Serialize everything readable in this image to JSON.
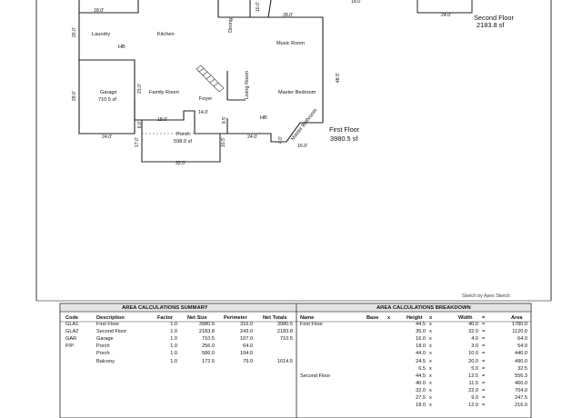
{
  "plan": {
    "rooms": {
      "laundry": "Laundry",
      "kitchen": "Kitchen",
      "hb1": "HB",
      "dining": "Dining",
      "music_room": "Music Room",
      "garage": "Garage",
      "garage_sf": "710.5 sf",
      "family_room": "Family Room",
      "foyer": "Foyer",
      "living_room": "Living Room",
      "master_bedroom": "Master Bedroom",
      "hb2": "HB",
      "porch": "Porch",
      "porch_sf": "598.0 sf",
      "master_bathroom": "Master Bathroom"
    },
    "dims": {
      "d18_top": "18.0'",
      "d20_left": "20.0'",
      "d28": "28.0'",
      "d10_top": "10.0'",
      "d29": "29.0'",
      "d23": "23.0'",
      "d14": "14.0'",
      "d6": "6.0'",
      "d18_mid": "18.0'",
      "d9_5": "9.5'",
      "d24_left": "24.0'",
      "d17": "17.0'",
      "d10_5": "10.5'",
      "d24_mid": "24.0'",
      "d4": "4.0'",
      "d16": "16.0'",
      "d48_5": "48.5'",
      "d32": "32.0'",
      "d18_topright": "18.0'",
      "d24_topright": "24.0'"
    },
    "first_floor": {
      "name": "First Floor",
      "area": "3980.5 sf"
    },
    "second_floor": {
      "name": "Second Floor",
      "area": "2183.8 sf"
    },
    "sketch_credit": "Sketch by Apex Sketch"
  },
  "summary": {
    "title": "AREA CALCULATIONS SUMMARY",
    "headers": {
      "code": "Code",
      "description": "Description",
      "factor": "Factor",
      "net_size": "Net Size",
      "perimeter": "Perimeter",
      "net_totals": "Net Totals"
    },
    "rows": [
      {
        "code": "GLA1",
        "description": "First Floor",
        "factor": "1.0",
        "net_size": "3980.5",
        "perimeter": "316.0",
        "net_totals": "3980.5"
      },
      {
        "code": "GLA2",
        "description": "Second Floor",
        "factor": "1.0",
        "net_size": "2183.8",
        "perimeter": "243.0",
        "net_totals": "2183.8"
      },
      {
        "code": "GAR",
        "description": "Garage",
        "factor": "1.0",
        "net_size": "710.5",
        "perimeter": "107.0",
        "net_totals": "710.5"
      },
      {
        "code": "P/P",
        "description": "Porch",
        "factor": "1.0",
        "net_size": "256.0",
        "perimeter": "64.0",
        "net_totals": ""
      },
      {
        "code": "",
        "description": "Porch",
        "factor": "1.0",
        "net_size": "586.0",
        "perimeter": "104.0",
        "net_totals": ""
      },
      {
        "code": "",
        "description": "Balcony",
        "factor": "1.0",
        "net_size": "172.5",
        "perimeter": "79.0",
        "net_totals": "1014.5"
      }
    ]
  },
  "breakdown": {
    "title": "AREA CALCULATIONS BREAKDOWN",
    "headers": {
      "name": "Name",
      "base": "Base",
      "x1": "x",
      "height": "Height",
      "x2": "x",
      "width": "Width",
      "eq": "=",
      "area": "Area"
    },
    "rows": [
      {
        "name": "First Floor",
        "height": "44.5",
        "width": "40.0",
        "area": "1780.0"
      },
      {
        "name": "",
        "height": "35.0",
        "width": "32.0",
        "area": "1120.0"
      },
      {
        "name": "",
        "height": "16.0",
        "width": "4.0",
        "area": "64.0"
      },
      {
        "name": "",
        "height": "18.0",
        "width": "3.0",
        "area": "54.0"
      },
      {
        "name": "",
        "height": "44.0",
        "width": "10.0",
        "area": "440.0"
      },
      {
        "name": "",
        "height": "24.5",
        "width": "20.0",
        "area": "490.0"
      },
      {
        "name": "",
        "height": "6.5",
        "width": "5.0",
        "area": "32.5"
      },
      {
        "name": "Second Floor",
        "height": "44.5",
        "width": "12.5",
        "area": "556.3"
      },
      {
        "name": "",
        "height": "40.0",
        "width": "11.5",
        "area": "460.0"
      },
      {
        "name": "",
        "height": "32.0",
        "width": "22.0",
        "area": "704.0"
      },
      {
        "name": "",
        "height": "27.5",
        "width": "9.0",
        "area": "247.5"
      },
      {
        "name": "",
        "height": "18.0",
        "width": "12.0",
        "area": "216.0"
      }
    ]
  }
}
